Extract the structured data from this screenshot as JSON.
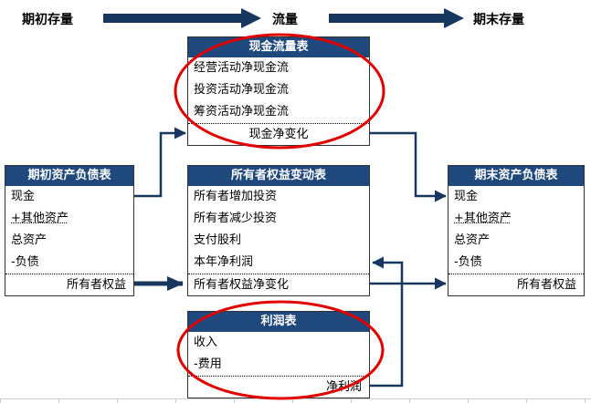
{
  "colors": {
    "header_bg": "#1F497D",
    "arrow": "#17375E",
    "ellipse": "#E00000",
    "box_border": "#333333",
    "text": "#000000",
    "header_text": "#FFFFFF"
  },
  "icons": {
    "flow_arrow_left": "block-right-arrow",
    "flow_arrow_right": "block-right-arrow",
    "highlight_cash_flow": "red-ellipse",
    "highlight_income": "red-ellipse"
  },
  "top_bar": {
    "left_label": "期初存量",
    "center_label": "流量",
    "right_label": "期末存量"
  },
  "boxes": {
    "cash_flow": {
      "title": "现金流量表",
      "items": [
        "经营活动净现金流",
        "投资活动净现金流",
        "筹资活动净现金流"
      ],
      "total": "现金净变化"
    },
    "begin_balance": {
      "title": "期初资产负债表",
      "items": [
        "现金",
        "+其他资产",
        "总资产",
        "-负债"
      ],
      "total": "所有者权益"
    },
    "equity_change": {
      "title": "所有者权益变动表",
      "items": [
        "所有者增加投资",
        "所有者减少投资",
        "支付股利",
        "本年净利润"
      ],
      "total": "所有者权益净变化"
    },
    "end_balance": {
      "title": "期末资产负债表",
      "items": [
        "现金",
        "+其他资产",
        "总资产",
        "-负债"
      ],
      "total": "所有者权益"
    },
    "income": {
      "title": "利润表",
      "items": [
        "收入",
        "-费用"
      ],
      "total": "净利润"
    }
  }
}
